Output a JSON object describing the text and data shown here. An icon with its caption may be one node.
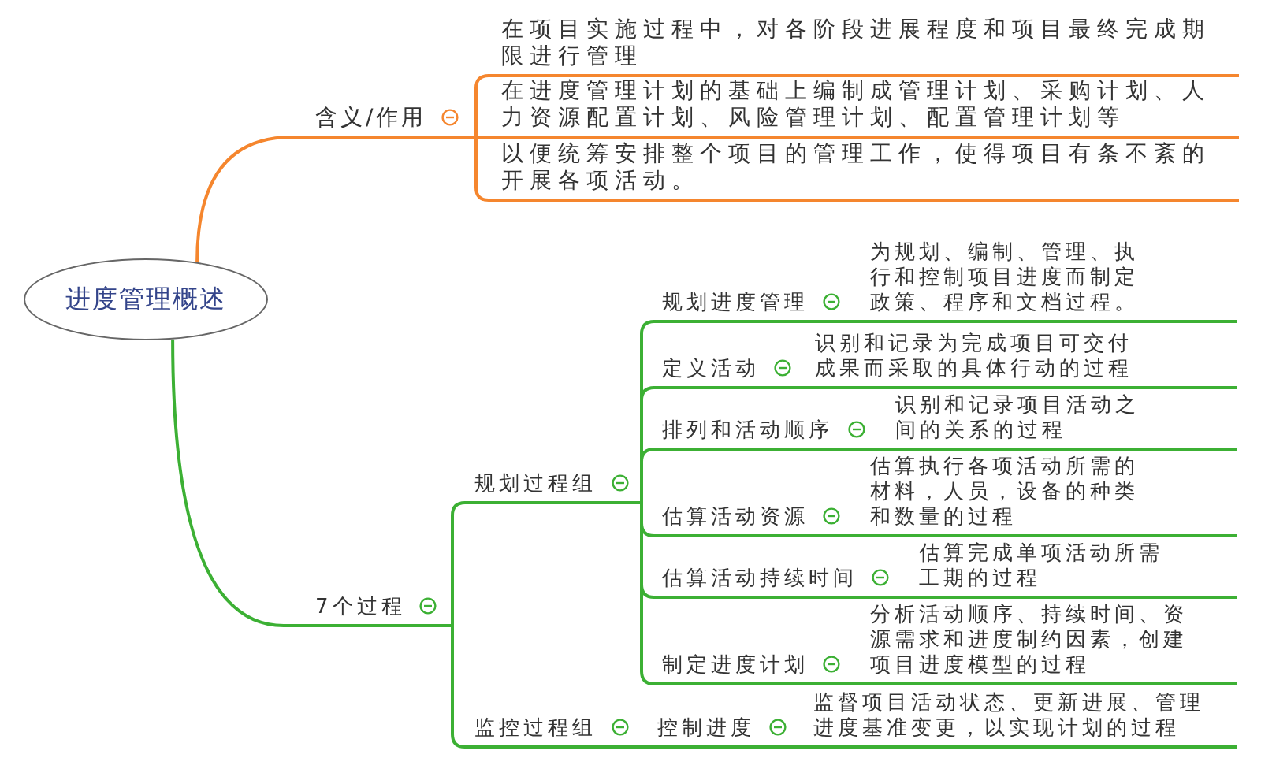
{
  "diagram": {
    "nodes": [
      {
        "text": [
          "进度管理概述"
        ]
      },
      {
        "text": [
          "含义/作用"
        ]
      },
      {
        "text": [
          "在项目实施过程中，对各阶段进展程度和项目最终完成期限进行管理"
        ]
      },
      {
        "text": [
          "在进度管理计划的基础上编制成管理计划、采购计划、人力资源配置计划、风险管理计划、配置管理计划等"
        ]
      },
      {
        "text": [
          "以便统筹安排整个项目的管理工作，使得项目有条不紊的开展各项活动。"
        ]
      },
      {
        "text": [
          "7个过程"
        ]
      },
      {
        "text": [
          "规划过程组"
        ]
      },
      {
        "text": [
          "规划进度管理"
        ]
      },
      {
        "text": [
          "为规划、编制、管理、执行和控制项目进度而制定政策、程序和文档过程。"
        ]
      },
      {
        "text": [
          "定义活动"
        ]
      },
      {
        "text": [
          "识别和记录为完成项目可交付成果而采取的具体行动的过程"
        ]
      },
      {
        "text": [
          "排列和活动顺序"
        ]
      },
      {
        "text": [
          "识别和记录项目活动之间的关系的过程"
        ]
      },
      {
        "text": [
          "估算活动资源"
        ]
      },
      {
        "text": [
          "估算执行各项活动所需的材料，人员，设备的种类和数量的过程"
        ]
      },
      {
        "text": [
          "估算活动持续时间"
        ]
      },
      {
        "text": [
          "估算完成单项活动所需工期的过程"
        ]
      },
      {
        "text": [
          "制定进度计划"
        ]
      },
      {
        "text": [
          "分析活动顺序、持续时间、资源需求和进度制约因素，创建项目进度模型的过程"
        ]
      },
      {
        "text": [
          "监控过程组"
        ]
      },
      {
        "text": [
          "控制进度"
        ]
      },
      {
        "text": [
          "监督项目活动状态、更新进展、管理进度基准变更，以实现计划的过程"
        ]
      }
    ],
    "edges": [
      {
        "from": 0,
        "to": 1,
        "arrow": "none",
        "color": "#f5862e"
      },
      {
        "from": 1,
        "to": 2,
        "arrow": "none",
        "color": "#f5862e"
      },
      {
        "from": 1,
        "to": 3,
        "arrow": "none",
        "color": "#f5862e"
      },
      {
        "from": 1,
        "to": 4,
        "arrow": "none",
        "color": "#f5862e"
      },
      {
        "from": 0,
        "to": 5,
        "arrow": "none"
      },
      {
        "from": 5,
        "to": 6,
        "arrow": "none"
      },
      {
        "from": 5,
        "to": 19,
        "arrow": "none"
      },
      {
        "from": 6,
        "to": 7,
        "arrow": "none"
      },
      {
        "from": 6,
        "to": 9,
        "arrow": "none"
      },
      {
        "from": 6,
        "to": 11,
        "arrow": "none"
      },
      {
        "from": 6,
        "to": 13,
        "arrow": "none"
      },
      {
        "from": 6,
        "to": 15,
        "arrow": "none"
      },
      {
        "from": 6,
        "to": 17,
        "arrow": "none"
      },
      {
        "from": 7,
        "to": 8,
        "arrow": "none"
      },
      {
        "from": 9,
        "to": 10,
        "arrow": "none"
      },
      {
        "from": 11,
        "to": 12,
        "arrow": "none"
      },
      {
        "from": 13,
        "to": 14,
        "arrow": "none"
      },
      {
        "from": 15,
        "to": 16,
        "arrow": "none"
      },
      {
        "from": 17,
        "to": 18,
        "arrow": "none"
      },
      {
        "from": 19,
        "to": 20,
        "arrow": "none"
      },
      {
        "from": 20,
        "to": 21,
        "arrow": "none"
      }
    ]
  }
}
